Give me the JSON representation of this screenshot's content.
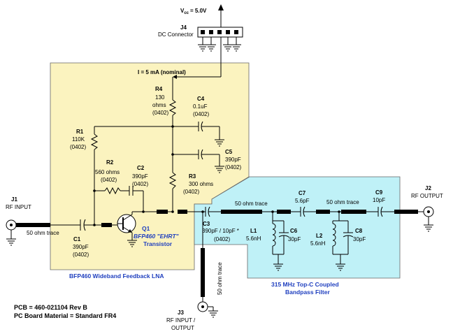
{
  "colors": {
    "lna_region": "#fbf3bf",
    "filter_region": "#bff1f7",
    "caption": "#1f3fbf"
  },
  "supply": {
    "vcc_prefix": "V",
    "vcc_sub": "cc",
    "vcc_value": "= 5.0V"
  },
  "connectors": {
    "j4": {
      "ref": "J4",
      "desc": "DC Connector"
    },
    "j1": {
      "ref": "J1",
      "desc": "RF INPUT"
    },
    "j2": {
      "ref": "J2",
      "desc": "RF OUTPUT"
    },
    "j3": {
      "ref": "J3",
      "desc_line1": "RF INPUT /",
      "desc_line2": "OUTPUT"
    }
  },
  "current": "I = 5 mA (nominal)",
  "components": {
    "r4": {
      "ref": "R4",
      "v1": "130",
      "v2": "ohms",
      "v3": "(0402)"
    },
    "c4": {
      "ref": "C4",
      "v1": "0.1uF",
      "v2": "(0402)"
    },
    "r1": {
      "ref": "R1",
      "v1": "110K",
      "v2": "(0402)"
    },
    "c5": {
      "ref": "C5",
      "v1": "390pF",
      "v2": "(0402)"
    },
    "r2": {
      "ref": "R2",
      "v1": "560 ohms",
      "v2": "(0402)"
    },
    "c2": {
      "ref": "C2",
      "v1": "390pF",
      "v2": "(0402)"
    },
    "r3": {
      "ref": "R3",
      "v1": "300 ohms",
      "v2": "(0402)"
    },
    "c1": {
      "ref": "C1",
      "v1": "390pF",
      "v2": "(0402)"
    },
    "q1": {
      "ref": "Q1",
      "part": "BFP460 \"EHRT\"",
      "kind": "Transistor"
    },
    "c3": {
      "ref": "C3",
      "v1": "390pF / 10pF *",
      "v2": "(0402)"
    },
    "l1": {
      "ref": "L1",
      "v1": "5.6nH"
    },
    "c6": {
      "ref": "C6",
      "v1": "30pF"
    },
    "c7": {
      "ref": "C7",
      "v1": "5.6pF"
    },
    "l2": {
      "ref": "L2",
      "v1": "5.6nH"
    },
    "c8": {
      "ref": "C8",
      "v1": "30pF"
    },
    "c9": {
      "ref": "C9",
      "v1": "10pF"
    }
  },
  "traces": {
    "input": "50 ohm trace",
    "filter_a": "50 ohm trace",
    "filter_b": "50 ohm trace",
    "vertical": "50 ohm trace"
  },
  "captions": {
    "lna": "BFP460 Wideband Feedback LNA",
    "filter_line1": "315 MHz Top-C Coupled",
    "filter_line2": "Bandpass Filter"
  },
  "footer": {
    "pcb": "PCB = 460-021104 Rev B",
    "material": "PC Board Material = Standard  FR4"
  }
}
